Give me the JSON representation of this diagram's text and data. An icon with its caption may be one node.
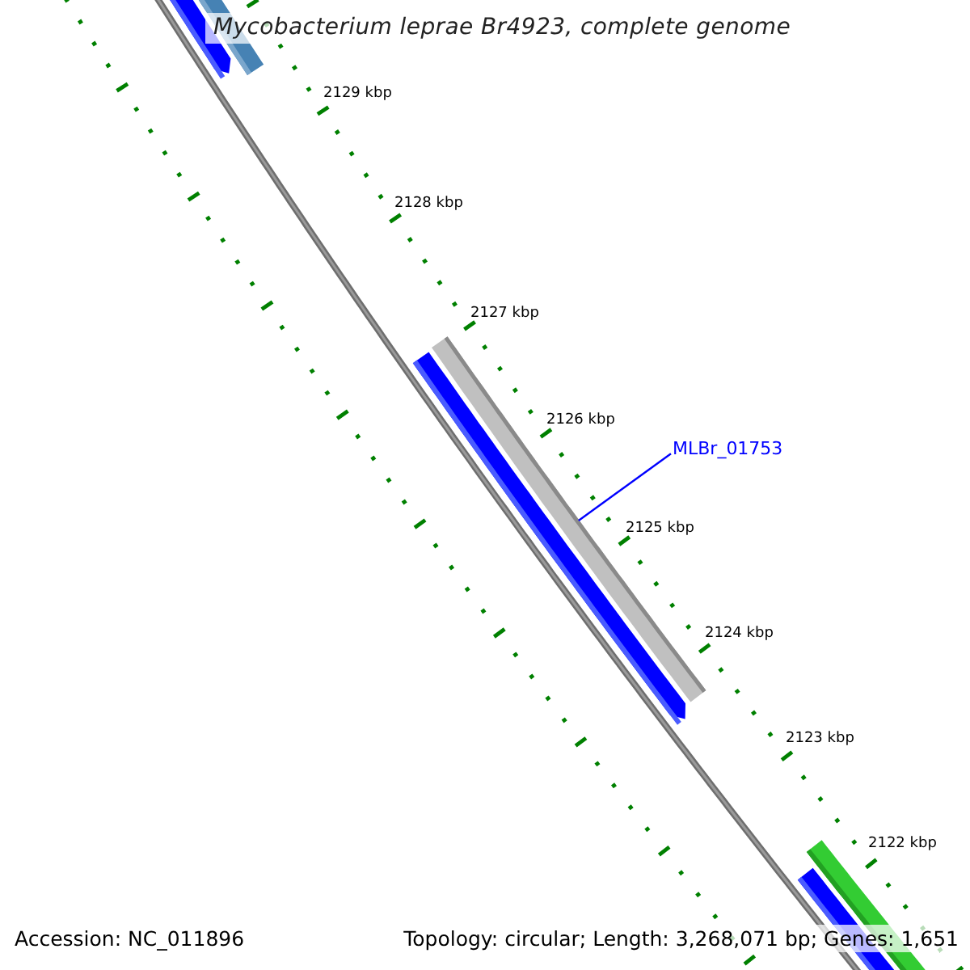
{
  "diagram": {
    "title": "Mycobacterium leprae Br4923, complete genome",
    "nodes": [
      {
        "text": [
          "MLBr_01753"
        ]
      },
      {
        "text": [],
        "shape": "bar"
      }
    ],
    "edges": [
      {
        "from": 0,
        "to": 1,
        "arrow": "none"
      }
    ],
    "labels": [
      "2129 kbp",
      "2128 kbp",
      "2127 kbp",
      "2126 kbp",
      "2125 kbp",
      "2124 kbp",
      "2123 kbp",
      "2122 kbp",
      "Accession: NC_011896",
      "Topology: circular; Length: 3,268,071 bp; Genes: 1,651"
    ]
  }
}
